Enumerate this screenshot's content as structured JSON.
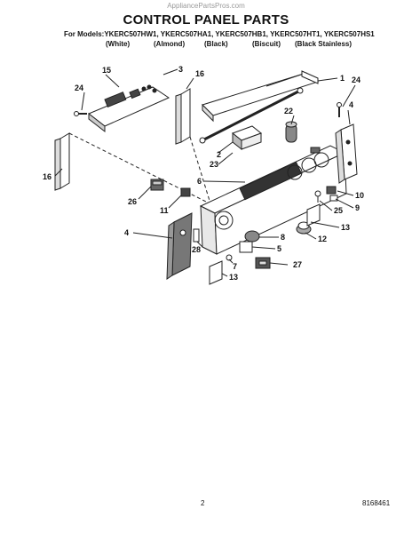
{
  "watermark": "AppliancePartsPros.com",
  "title": "CONTROL PANEL PARTS",
  "models_line": "For Models:YKERC507HW1, YKERC507HA1, YKERC507HB1, YKERC507HT1, YKERC507HS1",
  "colors": [
    "(White)",
    "(Almond)",
    "(Black)",
    "(Biscuit)",
    "(Black Stainless)"
  ],
  "callouts": [
    "1",
    "2",
    "3",
    "4",
    "4",
    "5",
    "6",
    "7",
    "8",
    "9",
    "10",
    "11",
    "12",
    "13",
    "13",
    "15",
    "16",
    "16",
    "22",
    "23",
    "24",
    "24",
    "25",
    "26",
    "27",
    "28"
  ],
  "footer": {
    "page": "2",
    "doc_number": "8168461"
  }
}
